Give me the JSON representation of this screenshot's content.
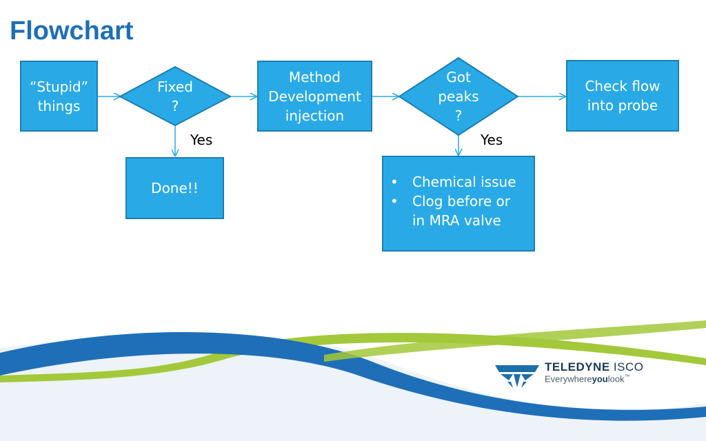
{
  "title": "Flowchart",
  "nodes": {
    "stupid_things": "“Stupid” things",
    "fixed": [
      "Fixed",
      "?"
    ],
    "done": "Done!!",
    "method_dev": [
      "Method",
      "Development",
      "injection"
    ],
    "got_peaks": [
      "Got",
      "peaks",
      "?"
    ],
    "check_flow": [
      "Check flow",
      "into probe"
    ],
    "issues": [
      "Chemical issue",
      "Clog before or in MRA valve"
    ]
  },
  "edge_labels": {
    "yes_fixed": "Yes",
    "yes_peaks": "Yes"
  },
  "logo": {
    "brand_bold": "TELEDYNE",
    "brand_light": " ISCO",
    "tag_pre": "Everywhere",
    "tag_bold": "you",
    "tag_post": "look",
    "tm": "™"
  },
  "colors": {
    "box_fill": "#29aae6",
    "box_border": "#1c7db3",
    "title": "#1e6fb7"
  }
}
